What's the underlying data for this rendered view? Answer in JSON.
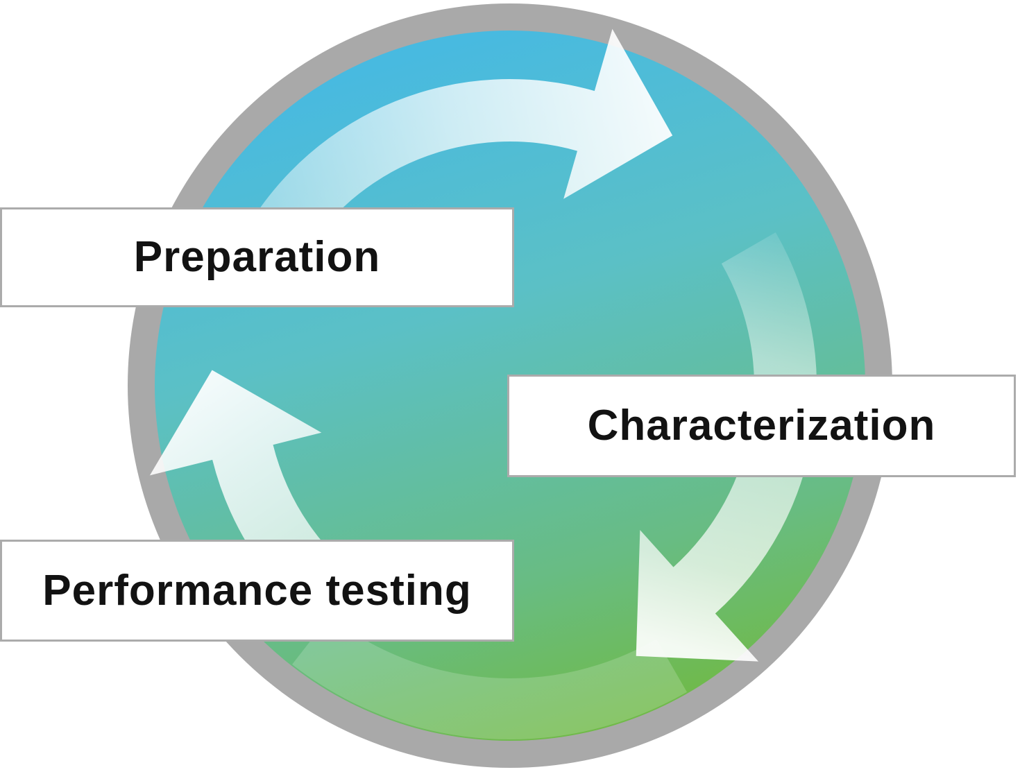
{
  "diagram": {
    "type": "cycle",
    "steps": [
      {
        "id": "preparation",
        "label": "Preparation"
      },
      {
        "id": "characterization",
        "label": "Characterization"
      },
      {
        "id": "performance-testing",
        "label": "Performance testing"
      }
    ],
    "colors": {
      "ring_gray": "#a9a9a9",
      "disc_blue_top": "#45b9e4",
      "disc_teal_mid": "#5bc0c6",
      "disc_green_mid": "#68bc83",
      "disc_green_bottom": "#70ba48",
      "arrow_white": "#ffffff",
      "gloss_white": "#ffffff",
      "box_background": "#ffffff",
      "box_border_gray": "#ababab",
      "label_text": "#121212"
    }
  }
}
